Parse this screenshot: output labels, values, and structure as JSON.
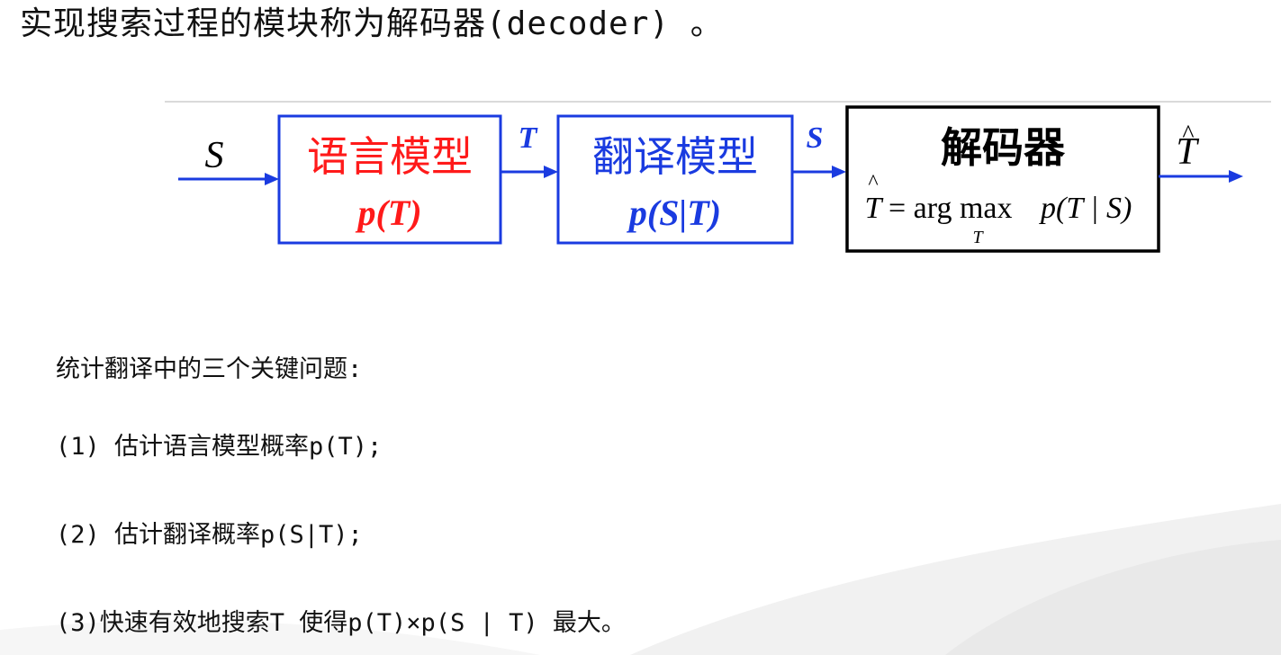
{
  "intro_text": "实现搜索过程的模块称为解码器(decoder) 。",
  "diagram": {
    "input_label": "S",
    "language_model": {
      "title": "语言模型",
      "formula": "p(T)"
    },
    "link_label_1": "T",
    "translation_model": {
      "title": "翻译模型",
      "formula": "p(S|T)"
    },
    "link_label_2": "S",
    "decoder": {
      "title": "解码器",
      "formula_lhs": "T",
      "formula_eq": "= arg max",
      "formula_rhs": "p(T | S)",
      "formula_sub": "T"
    },
    "output_label": "T",
    "colors": {
      "blue": "#1a3be0",
      "red": "#ff1a1a",
      "black": "#000000"
    }
  },
  "questions": {
    "heading": "统计翻译中的三个关键问题:",
    "items": [
      "(1) 估计语言模型概率p(T);",
      "(2) 估计翻译概率p(S|T);",
      "(3)快速有效地搜索T 使得p(T)×p(S | T) 最大。"
    ]
  }
}
